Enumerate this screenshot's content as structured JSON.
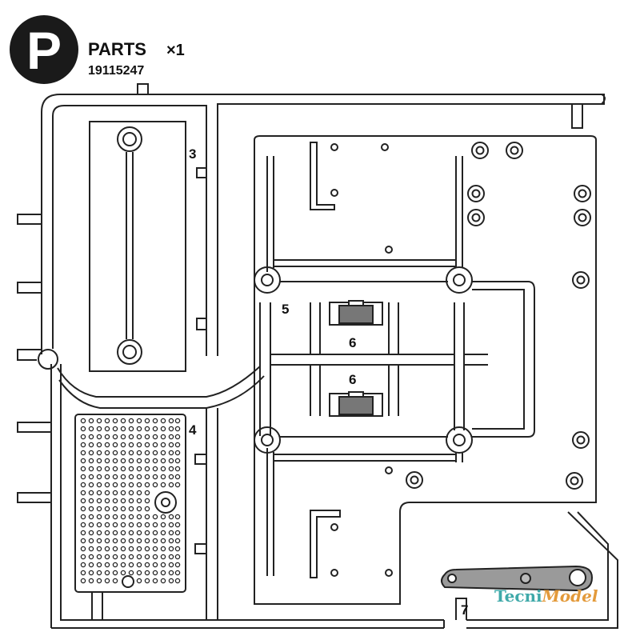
{
  "header": {
    "badge_letter": "P",
    "title": "PARTS",
    "multiplier": "×1",
    "part_number": "19115247"
  },
  "part_labels": {
    "p3": "3",
    "p4": "4",
    "p5": "5",
    "p6a": "6",
    "p6b": "6",
    "p7": "7"
  },
  "watermark": {
    "part1": "Tecni",
    "part2": "Model"
  },
  "colors": {
    "line": "#222222",
    "badge": "#1a1a1a",
    "watermark_teal": "#3fa9a9",
    "watermark_orange": "#e39a3b"
  }
}
